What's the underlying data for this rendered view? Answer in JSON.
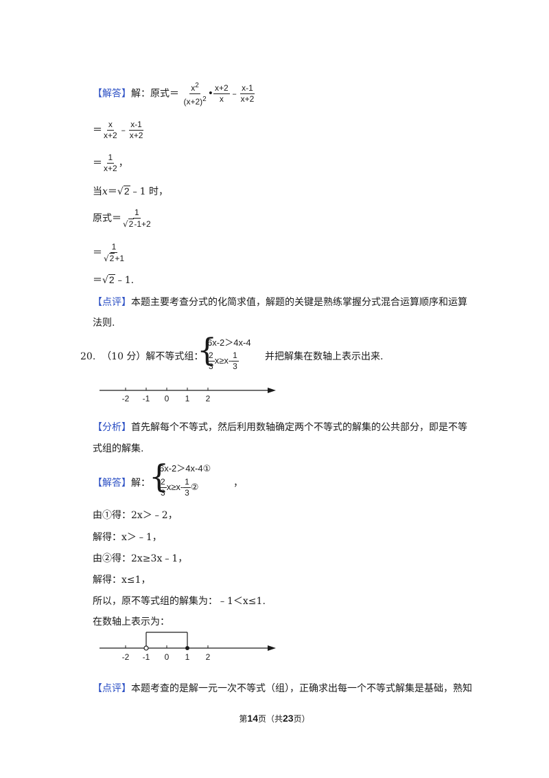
{
  "tags": {
    "answer": "【解答】",
    "analysis": "【分析】",
    "review": "【点评】"
  },
  "step1": {
    "prefix": "解：原式＝",
    "f1_num": "x",
    "f1_num_sup": "2",
    "f1_den": "(x+2)",
    "f1_den_sup": "2",
    "dot": "•",
    "f2_num": "x+2",
    "f2_den": "x",
    "minus": "﹣",
    "f3_num": "x-1",
    "f3_den": "x+2"
  },
  "step2": {
    "eq": "＝",
    "f1_num": "x",
    "f1_den": "x+2",
    "minus": "﹣",
    "f2_num": "x-1",
    "f2_den": "x+2"
  },
  "step3": {
    "eq": "＝",
    "num": "1",
    "den": "x+2",
    "comma": "，"
  },
  "step4": {
    "pre": "当",
    "var": "x",
    "eq": "＝",
    "rad": "√",
    "radicand": "2",
    "rest": "﹣1 时，"
  },
  "step5": {
    "pre": "原式＝",
    "num": "1",
    "rad": "√",
    "radicand": "2",
    "rest": "-1+2"
  },
  "step6": {
    "eq": "＝",
    "num": "1",
    "rad": "√",
    "radicand": "2",
    "rest": "+1"
  },
  "step7": {
    "eq": "＝",
    "rad": "√",
    "radicand": "2",
    "rest": "﹣1."
  },
  "review1": {
    "line1": "本题主要考查分式的化简求值，解题的关键是熟练掌握分式混合运算顺序和运算",
    "line2": "法则."
  },
  "problem20": {
    "number": "20.",
    "score": "（10 分）解不等式组：",
    "ineq1": "6x-2＞4x-4",
    "ineq2_lhs_num": "2",
    "ineq2_lhs_den": "3",
    "ineq2_mid": "x≥x-",
    "ineq2_rhs_num": "1",
    "ineq2_rhs_den": "3",
    "tail": "并把解集在数轴上表示出来."
  },
  "axis_labels": [
    "-2",
    "-1",
    "0",
    "1",
    "2"
  ],
  "analysis": {
    "line1": "首先解每个不等式，然后利用数轴确定两个不等式的解集的公共部分，即是不等",
    "line2": "式组的解集."
  },
  "answer2": {
    "prefix": "解：",
    "ineq1": "6x-2＞4x-4",
    "mark1": "①",
    "ineq2_lhs_num": "2",
    "ineq2_lhs_den": "3",
    "ineq2_mid": "x≥x-",
    "ineq2_rhs_num": "1",
    "ineq2_rhs_den": "3",
    "mark2": "②",
    "comma": "，"
  },
  "sol_lines": [
    "由①得：2x＞﹣2，",
    "解得：x＞﹣1，",
    "由②得：2x≥3x﹣1，",
    "解得：x≤1，",
    "所以，原不等式组的解集为：﹣1＜x≤1.",
    "在数轴上表示为："
  ],
  "review2": {
    "line1": "本题考查的是解一元一次不等式（组），正确求出每一个不等式解集是基础，熟知"
  },
  "footer": {
    "pre": "第",
    "page": "14",
    "mid": "页（共",
    "total": "23",
    "post": "页）"
  }
}
